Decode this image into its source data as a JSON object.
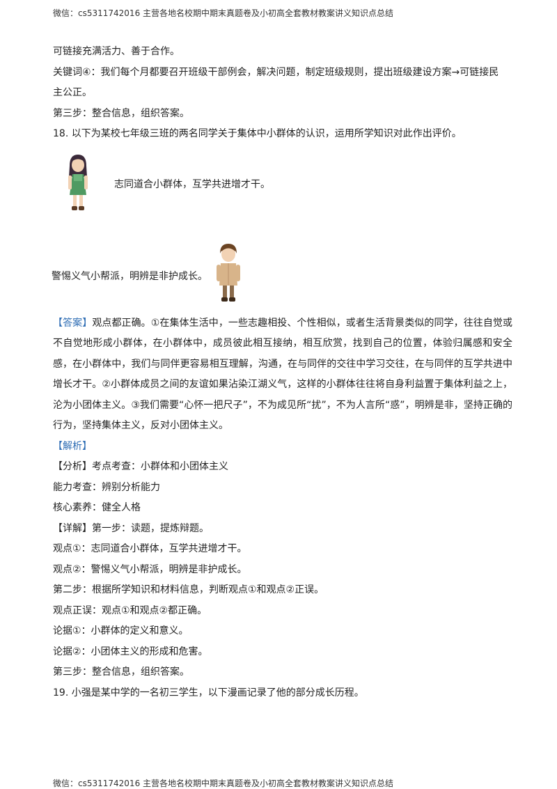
{
  "header": "微信：cs5311742016 主营各地名校期中期末真题卷及小初高全套教材教案讲义知识点总结",
  "footer": "微信：cs5311742016 主营各地名校期中期末真题卷及小初高全套教材教案讲义知识点总结",
  "top_lines": [
    "可链接充满活力、善于合作。",
    "关键词④：我们每个月都要召开班级干部例会，解决问题，制定班级规则，提出班级建设方案→可链接民",
    "主公正。",
    "第三步：整合信息，组织答案。",
    "18. 以下为某校七年级三班的两名同学关于集体中小群体的认识，运用所学知识对此作出评价。"
  ],
  "figure1_text": "志同道合小群体，互学共进增才干。",
  "figure2_text": "警惕义气小帮派，明辨是非护成长。",
  "answer": {
    "tag": "【答案】",
    "text": "观点都正确。①在集体生活中，一些志趣相投、个性相似，或者生活背景类似的同学，往往自觉或不自觉地形成小群体，在小群体中，成员彼此相互接纳，相互欣赏，找到自己的位置，体验归属感和安全感，在小群体中，我们与同伴更容易相互理解，沟通，在与同伴的交往中学习交往，在与同伴的互学共进中增长才干。②小群体成员之间的友谊如果沾染江湖义气，这样的小群体往往将自身利益置于集体利益之上，沦为小团体主义。③我们需要“心怀一把尺子”，不为成见所“扰”，不为人言所“惑”，明辨是非，坚持正确的行为，坚持集体主义，反对小团体主义。"
  },
  "analysis_tag": "【解析】",
  "analysis_lines": [
    "【分析】考点考查：小群体和小团体主义",
    "能力考查：辨别分析能力",
    "核心素养：健全人格",
    "【详解】第一步：读题，提炼辩题。",
    "观点①：志同道合小群体，互学共进增才干。",
    "观点②：警惕义气小帮派，明辨是非护成长。",
    "第二步：根据所学知识和材料信息，判断观点①和观点②正误。",
    "观点正误：观点①和观点②都正确。",
    "论据①：小群体的定义和意义。",
    "论据②：小团体主义的形成和危害。",
    "第三步：整合信息，组织答案。",
    "19. 小强是某中学的一名初三学生，以下漫画记录了他的部分成长历程。"
  ]
}
